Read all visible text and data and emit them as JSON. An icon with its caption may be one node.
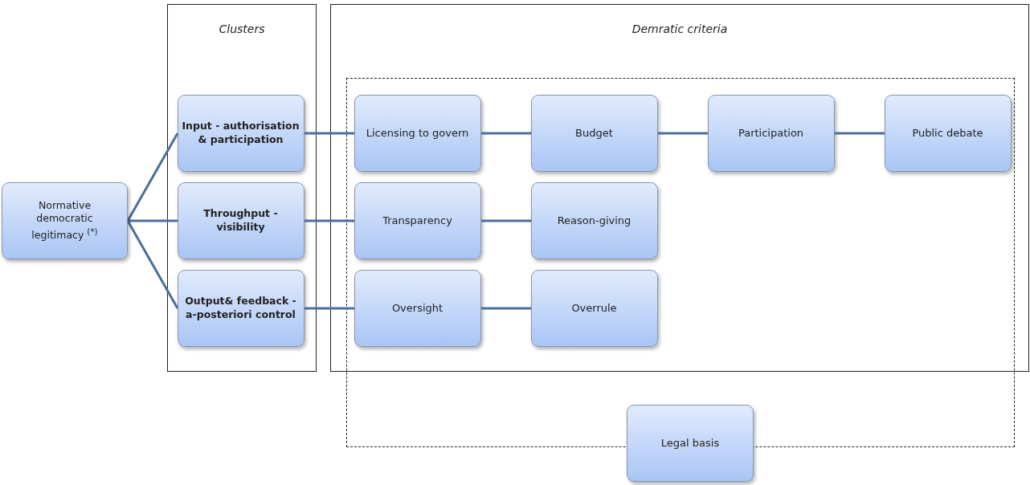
{
  "diagram": {
    "nodes": [
      {
        "text": [
          "Normative democratic legitimacy $^{(*)}$"
        ]
      },
      {
        "text": [
          "Clusters"
        ]
      },
      {
        "text": [
          "Input - authorisation & participation"
        ],
        "in": 1
      },
      {
        "text": [
          "Throughput - visibility"
        ],
        "in": 1
      },
      {
        "text": [
          "Output& feedback - a-posteriori control"
        ],
        "in": 1
      },
      {
        "text": [
          "Demratic criteria"
        ]
      },
      {
        "text": [
          "Licensing to govern"
        ],
        "in": 5
      },
      {
        "text": [
          "Budget"
        ],
        "in": 5
      },
      {
        "text": [
          "Participation"
        ],
        "in": 5
      },
      {
        "text": [
          "Public debate"
        ],
        "in": 5
      },
      {
        "text": [
          "Transparency"
        ],
        "in": 5
      },
      {
        "text": [
          "Reason-giving"
        ],
        "in": 5
      },
      {
        "text": [
          "Oversight"
        ],
        "in": 5
      },
      {
        "text": [
          "Overrule"
        ],
        "in": 5
      },
      {
        "text": [
          "Legal basis"
        ]
      }
    ],
    "edges": [
      {
        "from": 0,
        "to": 2,
        "arrow": "none"
      },
      {
        "from": 0,
        "to": 3,
        "arrow": "none"
      },
      {
        "from": 0,
        "to": 4,
        "arrow": "none"
      },
      {
        "from": 2,
        "to": 6,
        "arrow": "none"
      },
      {
        "from": 6,
        "to": 7,
        "arrow": "none"
      },
      {
        "from": 7,
        "to": 8,
        "arrow": "none"
      },
      {
        "from": 8,
        "to": 9,
        "arrow": "none"
      },
      {
        "from": 3,
        "to": 10,
        "arrow": "none"
      },
      {
        "from": 10,
        "to": 11,
        "arrow": "none"
      },
      {
        "from": 4,
        "to": 12,
        "arrow": "none"
      },
      {
        "from": 12,
        "to": 13,
        "arrow": "none"
      }
    ]
  }
}
